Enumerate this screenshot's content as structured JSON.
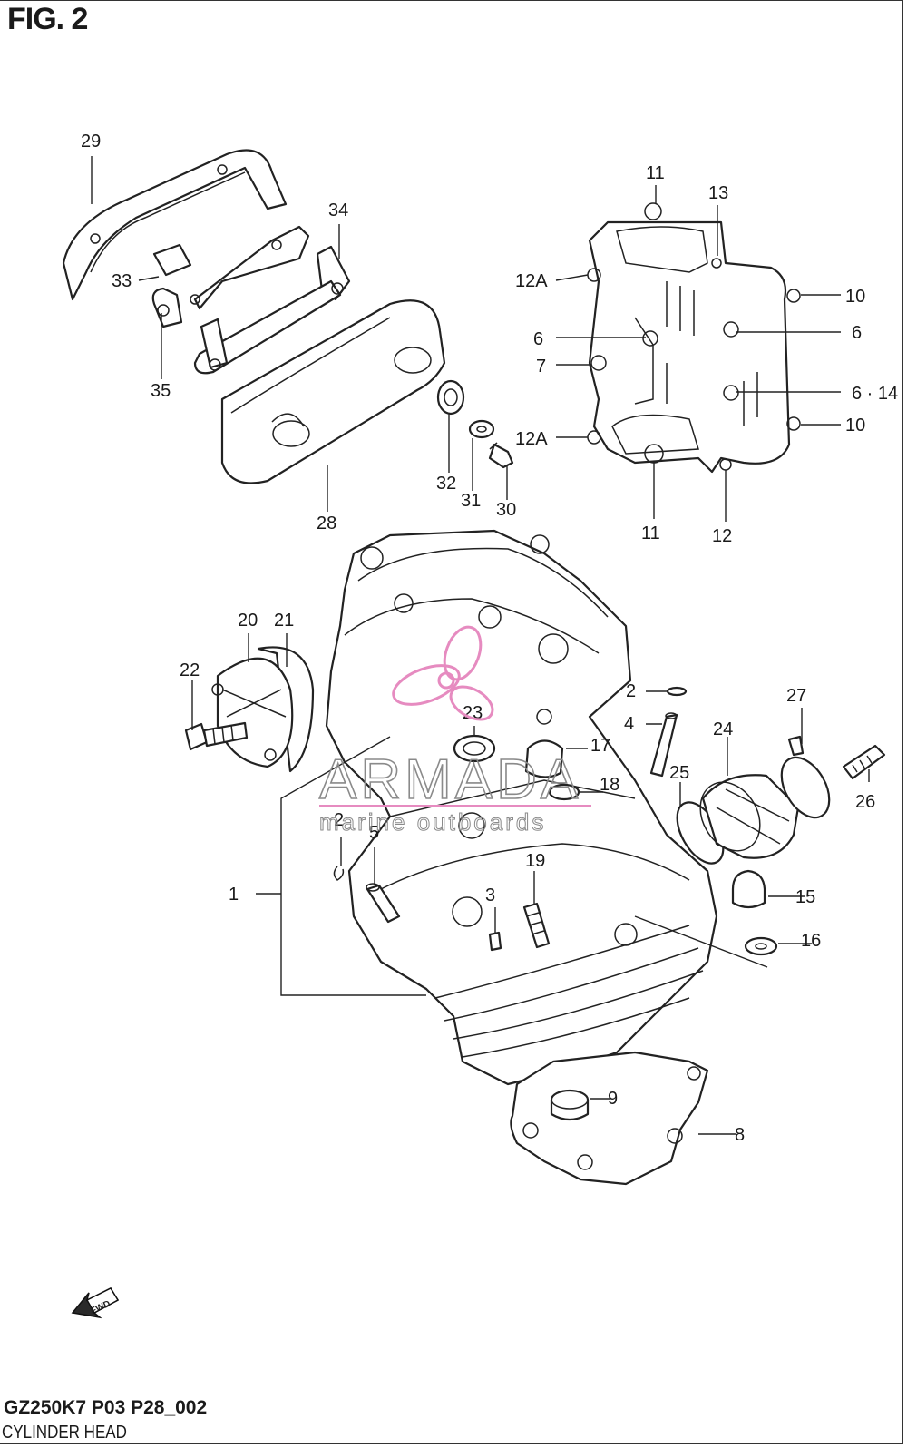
{
  "figure": {
    "title": "FIG. 2"
  },
  "footer": {
    "model_code": "GZ250K7  P03  P28_002",
    "section_name": "CYLINDER HEAD"
  },
  "watermark": {
    "brand": "ARMADA",
    "tagline": "marine outboards",
    "accent_color": "#e68bc0",
    "text_color": "#8a8a8a"
  },
  "direction_arrow": {
    "text": "FWD"
  },
  "callouts": {
    "c1": "1",
    "c2a": "2",
    "c2b": "2",
    "c3": "3",
    "c4": "4",
    "c5": "5",
    "c6a": "6",
    "c6b": "6",
    "c6c": "6 · 14",
    "c7": "7",
    "c8": "8",
    "c9": "9",
    "c10a": "10",
    "c10b": "10",
    "c11a": "11",
    "c11b": "11",
    "c12": "12",
    "c12Aa": "12A",
    "c12Ab": "12A",
    "c13": "13",
    "c15": "15",
    "c16": "16",
    "c17": "17",
    "c18": "18",
    "c19": "19",
    "c20": "20",
    "c21": "21",
    "c22": "22",
    "c23": "23",
    "c24": "24",
    "c25": "25",
    "c26": "26",
    "c27": "27",
    "c28": "28",
    "c29": "29",
    "c30": "30",
    "c31": "31",
    "c32": "32",
    "c33": "33",
    "c34": "34",
    "c35": "35"
  }
}
